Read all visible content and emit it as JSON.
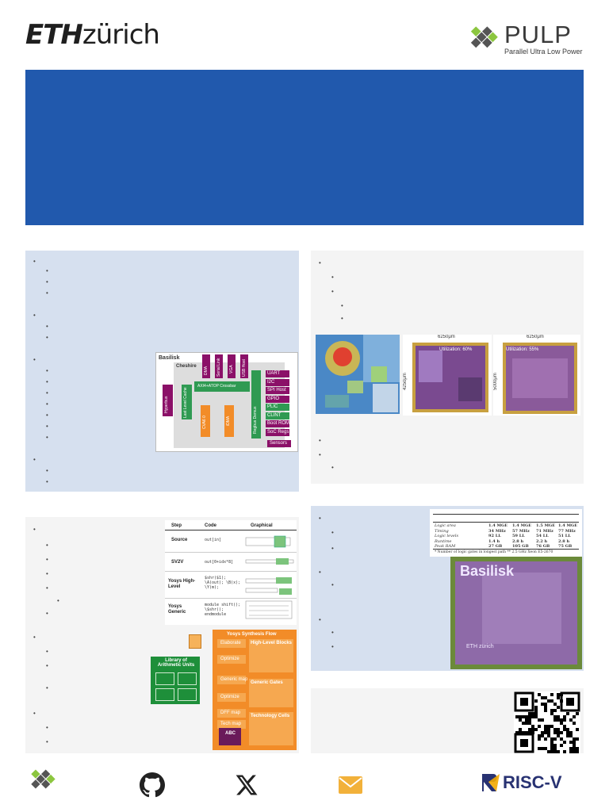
{
  "header": {
    "eth_bold": "ETH",
    "eth_rest": "zürich",
    "pulp_word": "PULP",
    "pulp_tagline": "Parallel Ultra Low Power"
  },
  "arch_diagram": {
    "soc_name": "Basilisk",
    "domain_name": "Cheshire",
    "peripherals": [
      "UART",
      "I2C",
      "SPI Host",
      "GPIO",
      "PLIC",
      "CLINT",
      "Boot ROM",
      "SoC Regs"
    ],
    "top_blocks": [
      "DMA",
      "Serial Link",
      "VGA",
      "USB Host"
    ],
    "hyperbus": "Hyperbus",
    "llc": "Last Level Cache",
    "crossbar": "AXI4+ATOP Crossbar",
    "cva6": "CVA6 0",
    "idma": "iDMA",
    "demux": "Regbus Demux",
    "sensors": "Sensors"
  },
  "synth_table": {
    "headers": [
      "Step",
      "Code",
      "Graphical"
    ],
    "rows": [
      "Source",
      "SV2V",
      "Yosys High-Level",
      "Yosys Generic"
    ],
    "codes": [
      "out[in]",
      "out[0+idx*8]",
      "$shr($1); \\A(out); \\B(x); \\Y(m);",
      "module shift(); \\$shr(); endmodule"
    ]
  },
  "yosys_flow": {
    "title": "Yosys Synthesis Flow",
    "library_title": "Library of Arithmetic Units",
    "steps": [
      "Elaborate",
      "Optimize",
      "Generic map",
      "Optimize",
      "DFF map",
      "Tech map"
    ],
    "sub_titles": [
      "High-Level Blocks",
      "Generic Gates",
      "Technology Cells"
    ],
    "abc": "ABC"
  },
  "layouts": {
    "width_label": "6250μm",
    "height_label_1": "4250μm",
    "height_label_2": "5000μm",
    "util_1": "Utilization: 60%",
    "util_2": "Utilization: 55%"
  },
  "results_table": {
    "rows": [
      "Logic area",
      "Timing",
      "Logic levels",
      "Runtime",
      "Peak RAM"
    ],
    "col1": [
      "1.4 MGE",
      "34 MHz",
      "92 LL",
      "1.4 h",
      "27 GB"
    ],
    "col2": [
      "1.4 MGE",
      "57 MHz",
      "59 LL",
      "2.8 h",
      "105 GB"
    ],
    "col3": [
      "1.5 MGE",
      "71 MHz",
      "54 LL",
      "2.2 h",
      "76 GB"
    ],
    "col4": [
      "1.4 MGE",
      "77 MHz",
      "51 LL",
      "2.8 h",
      "75 GB"
    ],
    "footnote": "* Number of logic gates in longest path   ** 2.5 GHz Xeon E5-2670"
  },
  "die_label": "Basilisk",
  "die_brand": "ETH zürich",
  "footer": {
    "riscv": "RISC-V"
  },
  "colors": {
    "banner": "#2159ad",
    "panel": "#d6e0ef",
    "magenta": "#8b1068",
    "green": "#1e8f3a",
    "orange": "#f28c28"
  }
}
